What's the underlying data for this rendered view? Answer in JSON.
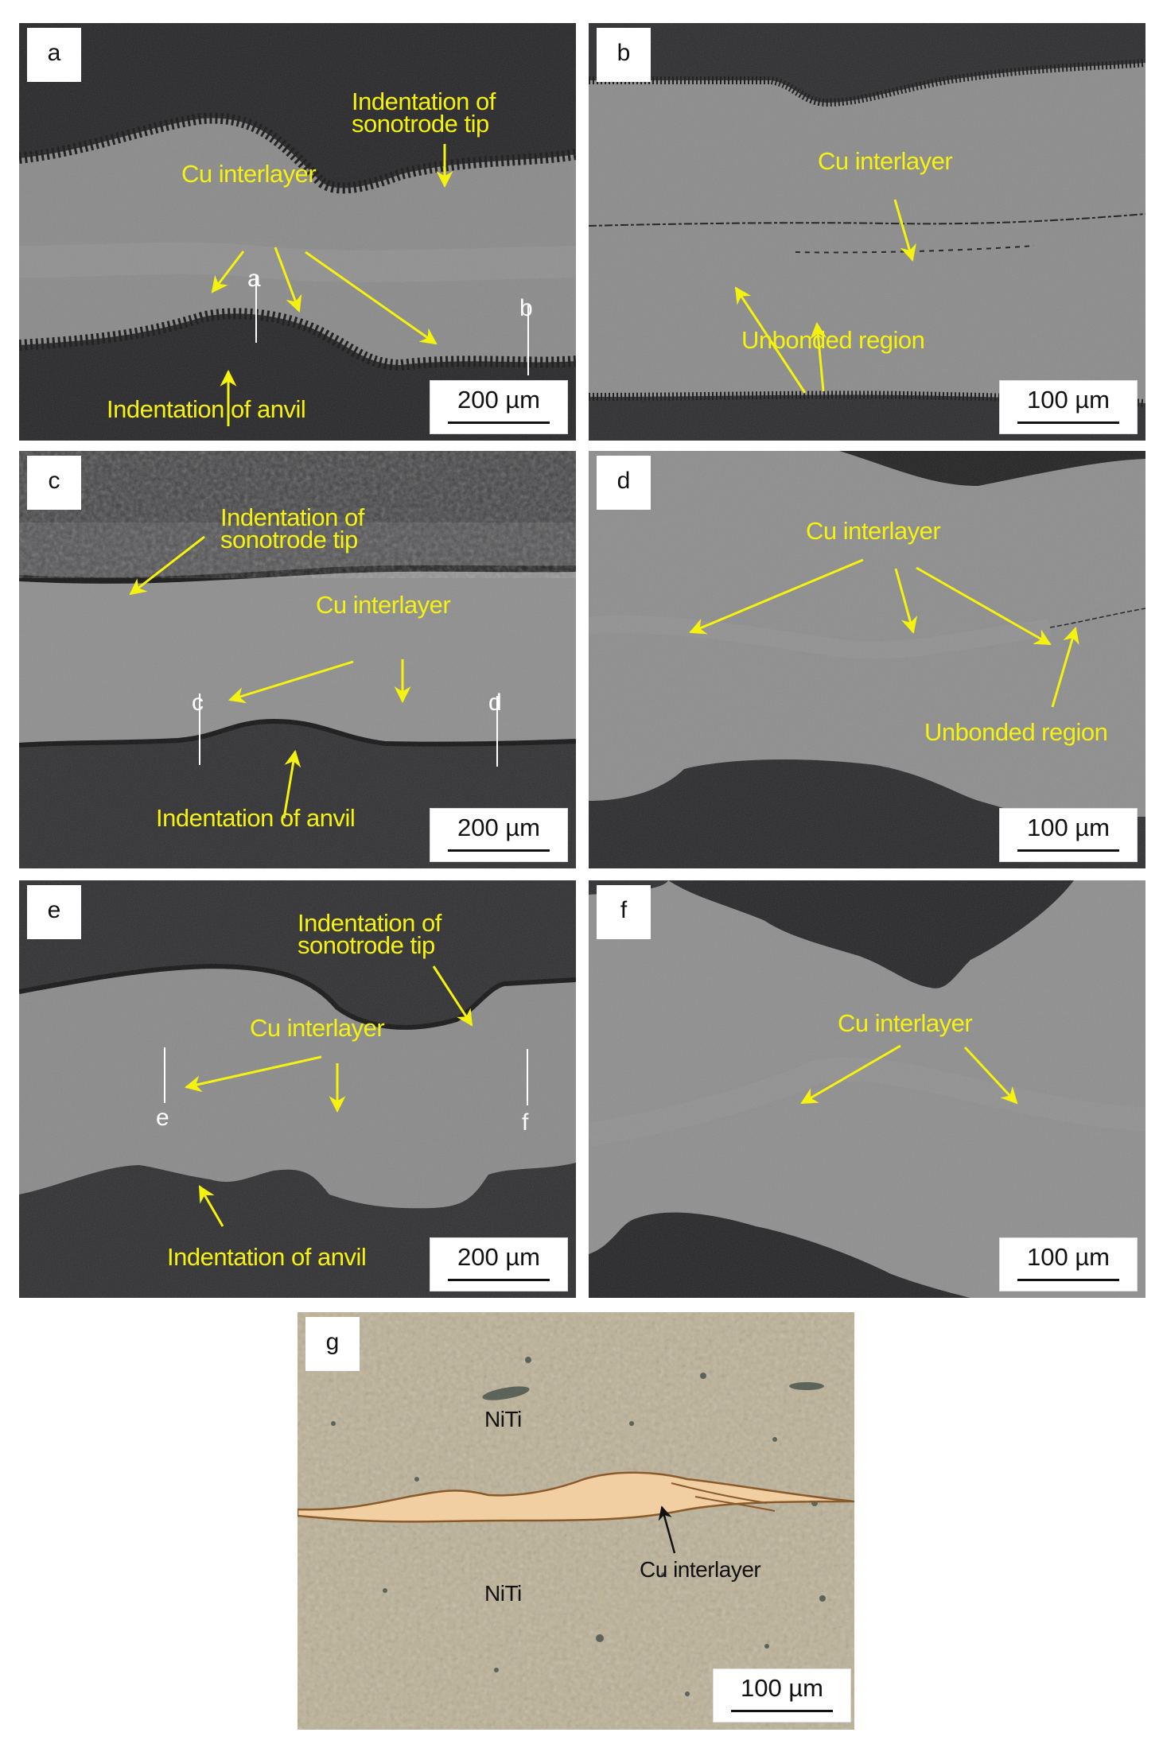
{
  "figure": {
    "colors": {
      "annotation_yellow": "#f5f20f",
      "resin_dark": "#2a2a2c",
      "metal_gray": "#8c8c8c",
      "optical_beige": "#bdb294",
      "copper": "#f0c89a"
    },
    "panels": [
      {
        "id": "a",
        "label": "a",
        "type": "SEM",
        "annotations": {
          "sonotrode": "Indentation of\nsonotrode tip",
          "sonotrode_l1": "Indentation of",
          "sonotrode_l2": "sonotrode tip",
          "cu": "Cu interlayer",
          "anvil": "Indentation of anvil"
        },
        "markers": [
          "a",
          "b"
        ],
        "scale_bar": "200 µm"
      },
      {
        "id": "b",
        "label": "b",
        "type": "SEM",
        "annotations": {
          "cu": "Cu interlayer",
          "unbonded": "Unbonded region"
        },
        "scale_bar": "100 µm"
      },
      {
        "id": "c",
        "label": "c",
        "type": "SEM",
        "annotations": {
          "sonotrode_l1": "Indentation of",
          "sonotrode_l2": "sonotrode tip",
          "cu": "Cu interlayer",
          "anvil": "Indentation of anvil"
        },
        "markers": [
          "c",
          "d"
        ],
        "scale_bar": "200 µm"
      },
      {
        "id": "d",
        "label": "d",
        "type": "SEM",
        "annotations": {
          "cu": "Cu interlayer",
          "unbonded": "Unbonded region"
        },
        "scale_bar": "100 µm"
      },
      {
        "id": "e",
        "label": "e",
        "type": "SEM",
        "annotations": {
          "sonotrode_l1": "Indentation of",
          "sonotrode_l2": "sonotrode tip",
          "cu": "Cu interlayer",
          "anvil": "Indentation of anvil"
        },
        "markers": [
          "e",
          "f"
        ],
        "scale_bar": "200 µm"
      },
      {
        "id": "f",
        "label": "f",
        "type": "SEM",
        "annotations": {
          "cu": "Cu interlayer"
        },
        "scale_bar": "100 µm"
      },
      {
        "id": "g",
        "label": "g",
        "type": "optical",
        "annotations": {
          "niti_top": "NiTi",
          "niti_bottom": "NiTi",
          "cu": "Cu interlayer"
        },
        "scale_bar": "100 µm"
      }
    ]
  }
}
